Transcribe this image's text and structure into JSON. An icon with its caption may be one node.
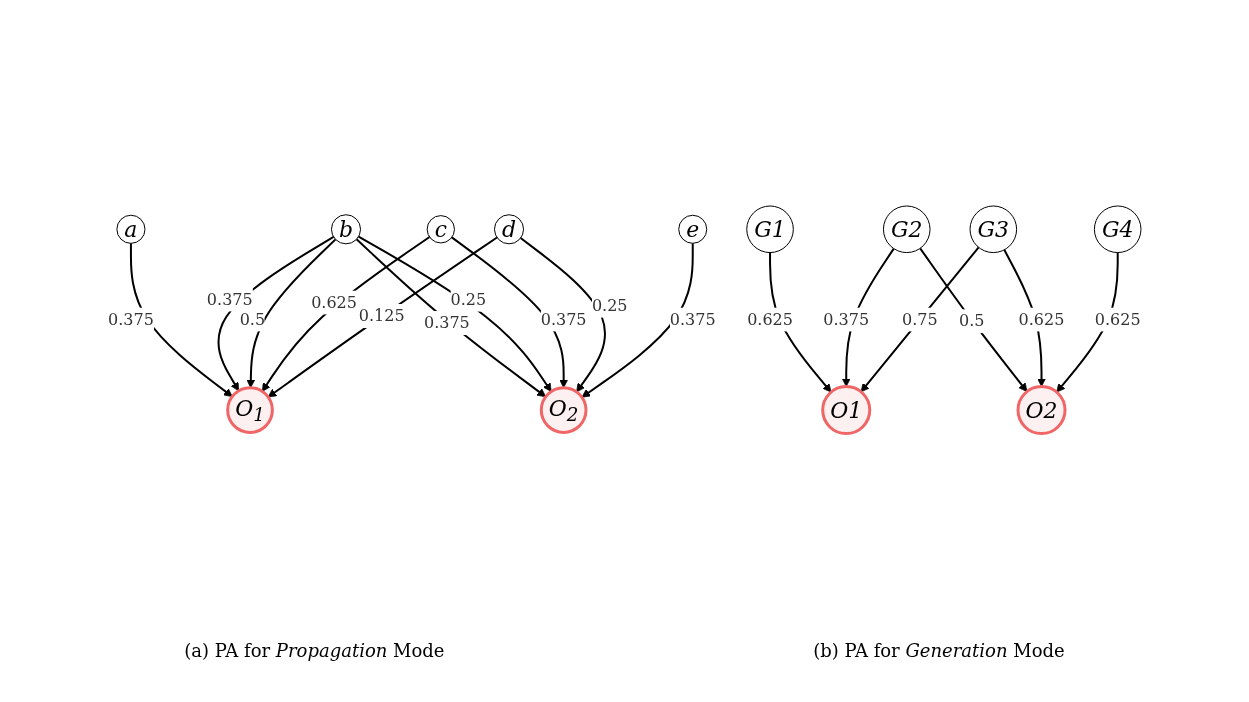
{
  "diagram": {
    "nodes": [
      {
        "text": [
          "O$_{1}$"
        ]
      },
      {
        "text": [
          "a"
        ]
      },
      {
        "text": [
          "b"
        ]
      },
      {
        "text": [
          "c"
        ]
      },
      {
        "text": [
          "d"
        ]
      },
      {
        "text": [
          "e"
        ]
      },
      {
        "text": [
          "O$_{2}$"
        ]
      },
      {
        "text": [
          "O1"
        ]
      },
      {
        "text": [
          "G1"
        ]
      },
      {
        "text": [
          "G2"
        ]
      },
      {
        "text": [
          "G3"
        ]
      },
      {
        "text": [
          "G4"
        ]
      },
      {
        "text": [
          "O2"
        ]
      }
    ],
    "edges": [
      {
        "from": 1,
        "to": 0,
        "arrow": "to",
        "label": "0.375"
      },
      {
        "from": 2,
        "to": 0,
        "arrow": "to",
        "label": "0.375"
      },
      {
        "from": 2,
        "to": 0,
        "arrow": "to",
        "label": "0.5"
      },
      {
        "from": 3,
        "to": 0,
        "arrow": "to",
        "label": "0.625"
      },
      {
        "from": 4,
        "to": 0,
        "arrow": "to",
        "label": "0.125"
      },
      {
        "from": 2,
        "to": 6,
        "arrow": "to",
        "label": "0.375"
      },
      {
        "from": 2,
        "to": 6,
        "arrow": "to",
        "label": "0.25"
      },
      {
        "from": 3,
        "to": 6,
        "arrow": "to",
        "label": "0.375"
      },
      {
        "from": 4,
        "to": 6,
        "arrow": "to",
        "label": "0.25"
      },
      {
        "from": 5,
        "to": 6,
        "arrow": "to",
        "label": "0.375"
      },
      {
        "from": 8,
        "to": 7,
        "arrow": "to",
        "label": "0.625"
      },
      {
        "from": 9,
        "to": 7,
        "arrow": "to",
        "label": "0.375"
      },
      {
        "from": 10,
        "to": 7,
        "arrow": "to",
        "label": "0.75"
      },
      {
        "from": 9,
        "to": 12,
        "arrow": "to",
        "label": "0.5"
      },
      {
        "from": 10,
        "to": 12,
        "arrow": "to",
        "label": "0.625"
      },
      {
        "from": 11,
        "to": 12,
        "arrow": "to",
        "label": "0.625"
      }
    ],
    "labels": [
      "(a) PA for *Propagation* Mode",
      "(b) PA for *Generation* Mode"
    ]
  }
}
